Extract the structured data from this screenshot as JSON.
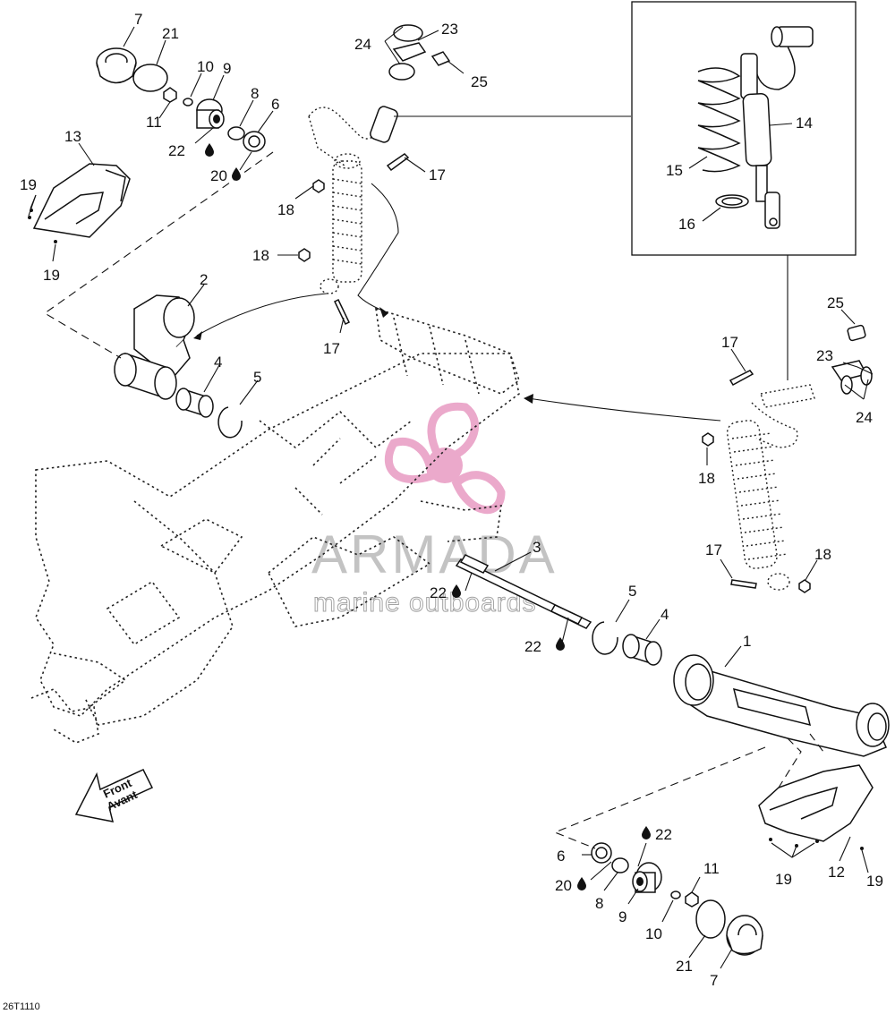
{
  "diagram": {
    "code": "26T1110",
    "front_label": {
      "line1": "Front",
      "line2": "Avant"
    },
    "watermark": {
      "brand": "ARMADA",
      "tagline": "marine outboards",
      "color": "#e9a0c6"
    },
    "callouts": [
      {
        "id": "c7a",
        "text": "7"
      },
      {
        "id": "c21a",
        "text": "21"
      },
      {
        "id": "c10a",
        "text": "10"
      },
      {
        "id": "c9a",
        "text": "9"
      },
      {
        "id": "c11a",
        "text": "11"
      },
      {
        "id": "c8a",
        "text": "8"
      },
      {
        "id": "c6a",
        "text": "6"
      },
      {
        "id": "c22a",
        "text": "22"
      },
      {
        "id": "c20a",
        "text": "20"
      },
      {
        "id": "c13",
        "text": "13"
      },
      {
        "id": "c19a",
        "text": "19"
      },
      {
        "id": "c19b",
        "text": "19"
      },
      {
        "id": "c24a",
        "text": "24"
      },
      {
        "id": "c23a",
        "text": "23"
      },
      {
        "id": "c25a",
        "text": "25"
      },
      {
        "id": "c17a",
        "text": "17"
      },
      {
        "id": "c18a",
        "text": "18"
      },
      {
        "id": "c18b",
        "text": "18"
      },
      {
        "id": "c17b",
        "text": "17"
      },
      {
        "id": "c2",
        "text": "2"
      },
      {
        "id": "c4a",
        "text": "4"
      },
      {
        "id": "c5a",
        "text": "5"
      },
      {
        "id": "c14",
        "text": "14"
      },
      {
        "id": "c15",
        "text": "15"
      },
      {
        "id": "c16",
        "text": "16"
      },
      {
        "id": "c25b",
        "text": "25"
      },
      {
        "id": "c17c",
        "text": "17"
      },
      {
        "id": "c23b",
        "text": "23"
      },
      {
        "id": "c24b",
        "text": "24"
      },
      {
        "id": "c18c",
        "text": "18"
      },
      {
        "id": "c17d",
        "text": "17"
      },
      {
        "id": "c18d",
        "text": "18"
      },
      {
        "id": "c3",
        "text": "3"
      },
      {
        "id": "c22b",
        "text": "22"
      },
      {
        "id": "c22c",
        "text": "22"
      },
      {
        "id": "c5b",
        "text": "5"
      },
      {
        "id": "c4b",
        "text": "4"
      },
      {
        "id": "c1",
        "text": "1"
      },
      {
        "id": "c22d",
        "text": "22"
      },
      {
        "id": "c6b",
        "text": "6"
      },
      {
        "id": "c20b",
        "text": "20"
      },
      {
        "id": "c8b",
        "text": "8"
      },
      {
        "id": "c9b",
        "text": "9"
      },
      {
        "id": "c11b",
        "text": "11"
      },
      {
        "id": "c10b",
        "text": "10"
      },
      {
        "id": "c21b",
        "text": "21"
      },
      {
        "id": "c7b",
        "text": "7"
      },
      {
        "id": "c19c",
        "text": "19"
      },
      {
        "id": "c12",
        "text": "12"
      },
      {
        "id": "c19d",
        "text": "19"
      }
    ]
  }
}
